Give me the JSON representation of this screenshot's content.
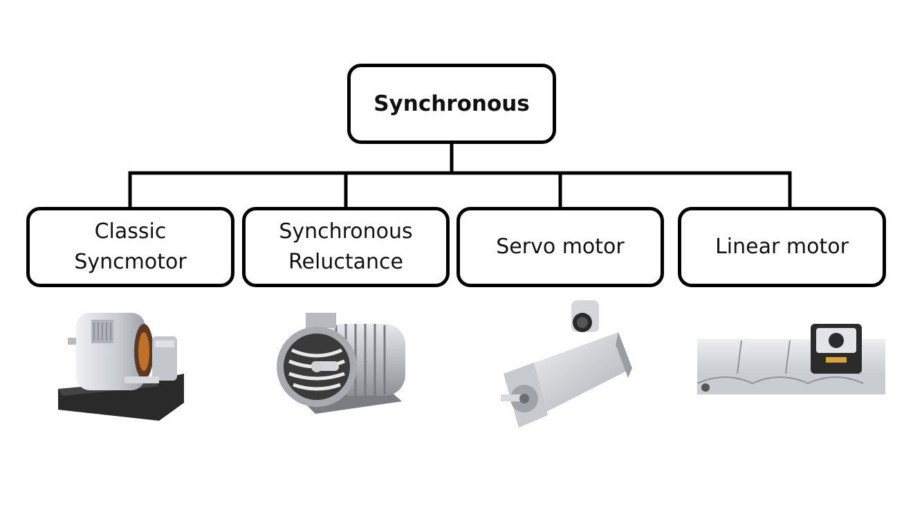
{
  "diagram": {
    "root": {
      "label": "Synchronous"
    },
    "children": [
      {
        "line1": "Classic",
        "line2": "Syncmotor",
        "image": "classic-synchronous-motor"
      },
      {
        "line1": "Synchronous",
        "line2": "Reluctance",
        "image": "synchronous-reluctance-motor"
      },
      {
        "line1": "Servo motor",
        "line2": "",
        "image": "servo-motor"
      },
      {
        "line1": "Linear motor",
        "line2": "",
        "image": "linear-motor"
      }
    ],
    "colors": {
      "line": "#000000",
      "metal": "#c8cbd0",
      "dark": "#2b2b2b"
    }
  }
}
